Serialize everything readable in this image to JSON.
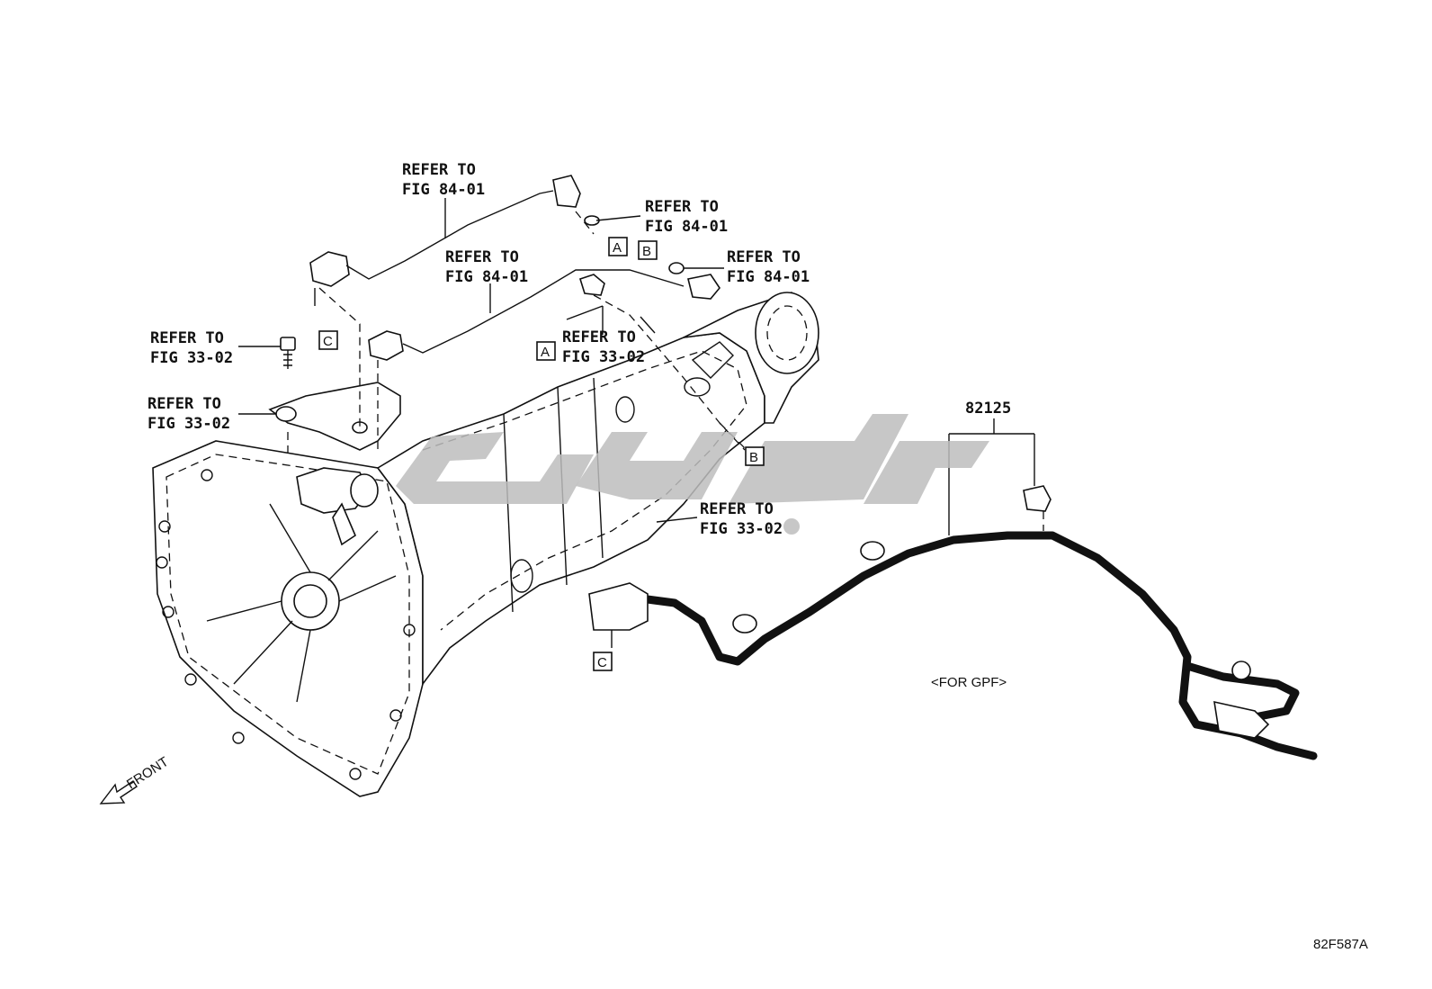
{
  "callouts": [
    {
      "line1": "REFER TO",
      "line2": "FIG 84-01"
    },
    {
      "line1": "REFER TO",
      "line2": "FIG 84-01"
    },
    {
      "line1": "REFER TO",
      "line2": "FIG 84-01"
    },
    {
      "line1": "REFER TO",
      "line2": "FIG 84-01"
    },
    {
      "line1": "REFER TO",
      "line2": "FIG 33-02"
    },
    {
      "line1": "REFER TO",
      "line2": "FIG 33-02"
    },
    {
      "line1": "REFER TO",
      "line2": "FIG 33-02"
    },
    {
      "line1": "REFER TO",
      "line2": "FIG 33-02"
    }
  ],
  "ref_boxes": {
    "a": "A",
    "b": "B",
    "c": "C"
  },
  "part_number": "82125",
  "variant_note": "<FOR GPF>",
  "front_label": "FRONT",
  "figure_code": "82F587A"
}
